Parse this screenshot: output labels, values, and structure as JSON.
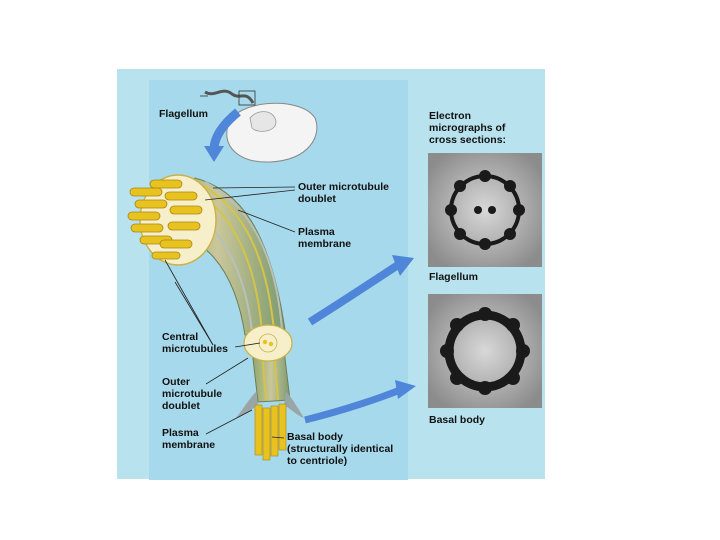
{
  "labels": {
    "flagellum": "Flagellum",
    "outer_doublet_top": "Outer microtubule\ndoublet",
    "plasma_membrane_top": "Plasma\nmembrane",
    "central_microtubules": "Central\nmicrotubules",
    "outer_doublet_bottom": "Outer\nmicrotubule\ndoublet",
    "plasma_membrane_bottom": "Plasma\nmembrane",
    "basal_body": "Basal body\n(structurally identical\nto centriole)",
    "em_heading": "Electron\nmicrographs of\ncross sections:",
    "em_flagellum": "Flagellum",
    "em_basal_body": "Basal body"
  },
  "colors": {
    "background_outer": "#b9e2ef",
    "background_inner": "#a6d9eb",
    "microtubule_yellow": "#e8c21f",
    "arrow_blue": "#4f86d9"
  }
}
